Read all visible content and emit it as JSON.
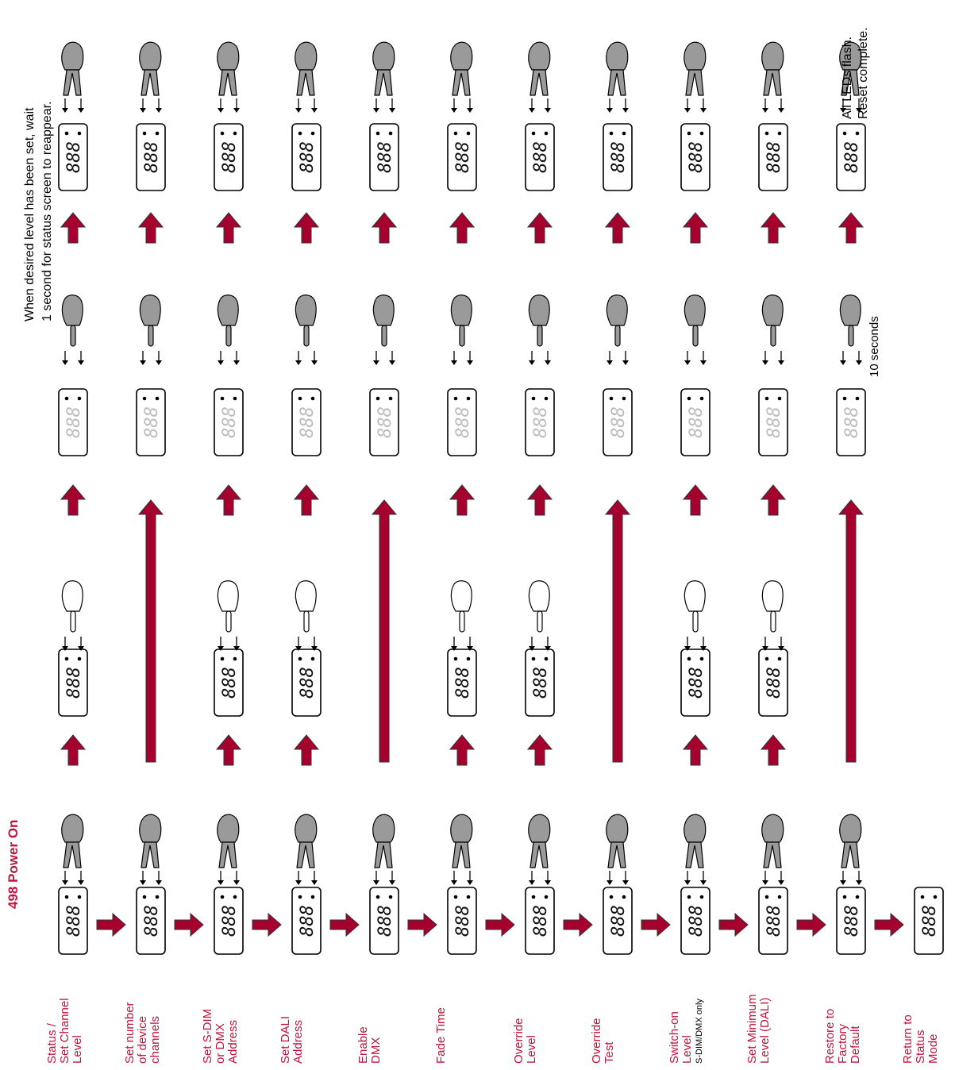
{
  "title": "498 Power On",
  "note_top": [
    "When desired level has been set, wait",
    "1 second for status screen to reappear."
  ],
  "rows": [
    {
      "id": "status",
      "label": [
        "Status /",
        "Set Channel",
        "Level"
      ],
      "display": "888",
      "mid_display": "888",
      "set_display": "888"
    },
    {
      "id": "channels",
      "label": [
        "Set number",
        "of device",
        "channels"
      ],
      "display": "888",
      "set_display": "888"
    },
    {
      "id": "sdim",
      "label": [
        "Set S-DIM",
        "or DMX",
        "Address"
      ],
      "display": "888",
      "mid_display": "888",
      "set_display": "888"
    },
    {
      "id": "dali",
      "label": [
        "Set DALI",
        "Address"
      ],
      "display": "888",
      "mid_display": "888",
      "set_display": "888"
    },
    {
      "id": "dmx",
      "label": [
        "Enable",
        "DMX"
      ],
      "display": "888",
      "set_display": "888"
    },
    {
      "id": "fade",
      "label": [
        "Fade Time"
      ],
      "display": "888",
      "mid_display": "888",
      "set_display": "888"
    },
    {
      "id": "override",
      "label": [
        "Override",
        "Level"
      ],
      "display": "888",
      "mid_display": "888",
      "set_display": "888"
    },
    {
      "id": "overtest",
      "label": [
        "Override",
        "Test"
      ],
      "display": "888",
      "set_display": "888"
    },
    {
      "id": "switchon",
      "label": [
        "Switch-on",
        "Level"
      ],
      "sub": "S-DIM/DMX only",
      "display": "888",
      "mid_display": "888",
      "set_display": "888"
    },
    {
      "id": "minlevel",
      "label": [
        "Set Minimum",
        "Level (DALI)"
      ],
      "display": "888",
      "mid_display": "888",
      "set_display": "888"
    },
    {
      "id": "restore",
      "label": [
        "Restore to",
        "Factory",
        "Default"
      ],
      "display": "888",
      "set_display": "888",
      "extra": "10 seconds"
    },
    {
      "id": "return",
      "label": [
        "Return to",
        "Status",
        "Mode"
      ],
      "display": "888"
    }
  ],
  "reset_note": [
    "All LEDs flash.",
    "Reset complete."
  ],
  "colors": {
    "accent": "#a5002e",
    "label": "#c0143c",
    "line": "#000000",
    "hand": "#9a9a9a"
  }
}
